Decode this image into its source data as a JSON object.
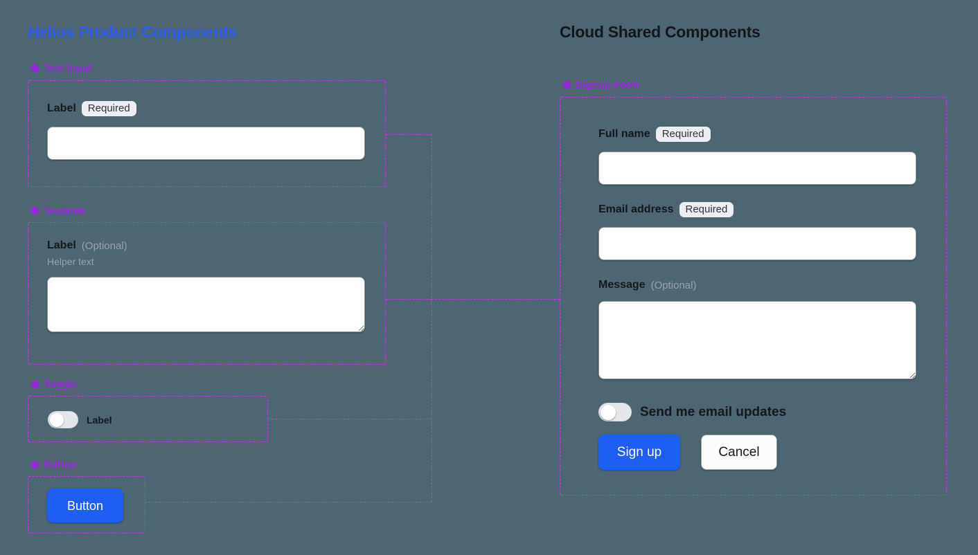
{
  "colors": {
    "background": "#4d6671",
    "left_title": "#2c5ce6",
    "right_title": "#15161c",
    "section_accent": "#9b24e0",
    "frame_border": "#c13ae8",
    "primary_button": "#1f5ef5",
    "badge_bg": "#edeef1",
    "muted_text": "#9aa4ab"
  },
  "left_column": {
    "title": "Helios Product Components",
    "sections": [
      {
        "icon": "diamond-components-icon",
        "label": "Text Input",
        "field": {
          "label": "Label",
          "badge": "Required",
          "input_value": "",
          "input_placeholder": ""
        }
      },
      {
        "icon": "diamond-components-icon",
        "label": "Textarea",
        "field": {
          "label": "Label",
          "optional": "(Optional)",
          "helper": "Helper text",
          "textarea_value": "",
          "textarea_placeholder": ""
        }
      },
      {
        "icon": "diamond-components-icon",
        "label": "Toggle",
        "field": {
          "label": "Label",
          "state": "off"
        }
      },
      {
        "icon": "diamond-components-icon",
        "label": "Button",
        "field": {
          "label": "Button"
        }
      }
    ]
  },
  "right_column": {
    "title": "Cloud Shared Components",
    "section": {
      "icon": "diamond-components-icon",
      "label": "Signup Form"
    },
    "form": {
      "fields": [
        {
          "label": "Full name",
          "badge": "Required",
          "value": "",
          "placeholder": ""
        },
        {
          "label": "Email address",
          "badge": "Required",
          "value": "",
          "placeholder": ""
        },
        {
          "label": "Message",
          "optional": "(Optional)",
          "value": "",
          "placeholder": ""
        }
      ],
      "toggle": {
        "label": "Send me email updates",
        "state": "off"
      },
      "buttons": {
        "submit": "Sign up",
        "cancel": "Cancel"
      }
    }
  }
}
